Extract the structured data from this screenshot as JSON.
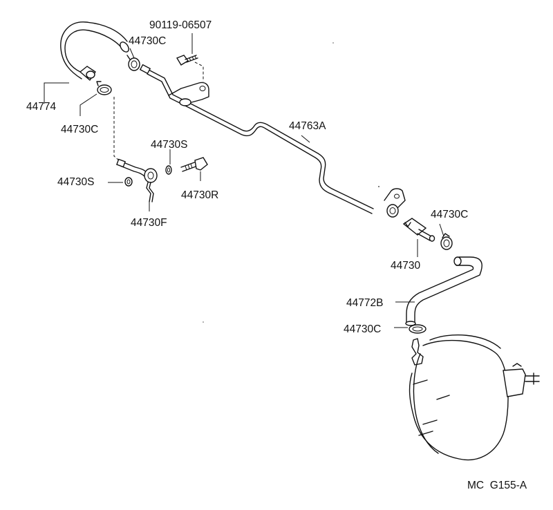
{
  "callouts": {
    "bolt_top": "90119-06507",
    "clamp_top": "44730C",
    "hose_left": "44774",
    "clamp_left": "44730C",
    "pipe": "44763A",
    "gasket_right": "44730S",
    "gasket_left": "44730S",
    "union_bolt": "44730R",
    "union_fitting": "44730F",
    "clamp_right": "44730C",
    "check_valve": "44730",
    "hose_lower": "44772B",
    "clamp_lower": "44730C"
  },
  "footer": {
    "code": "MC  G155-A"
  }
}
